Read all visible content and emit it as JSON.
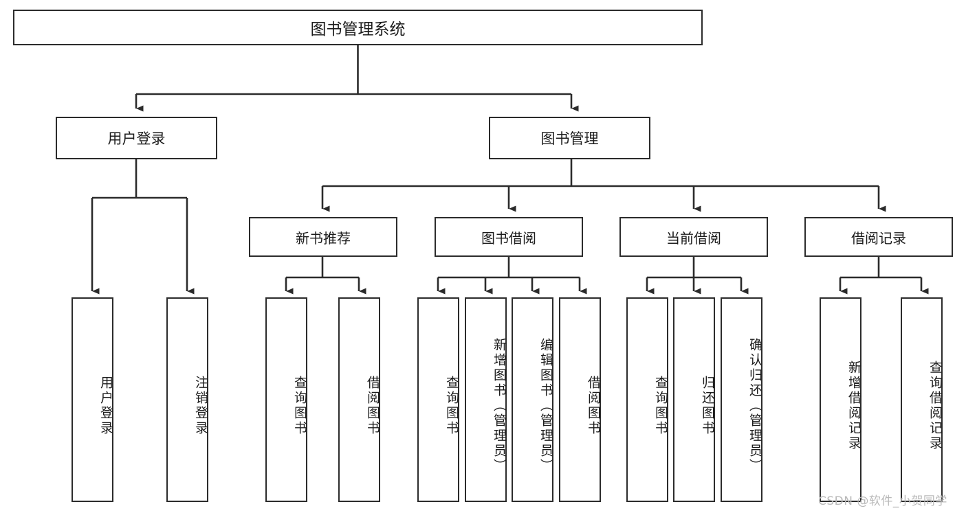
{
  "diagram": {
    "title": "图书管理系统",
    "type": "tree-hierarchy-diagram",
    "colors": {
      "box_border": "#2b2b2b",
      "box_fill": "#ffffff",
      "connector": "#2b2b2b",
      "text": "#1c1c1c",
      "watermark": "#b9b9b9",
      "background": "#ffffff"
    }
  },
  "root": {
    "label": "图书管理系统"
  },
  "level1": [
    {
      "label": "用户登录"
    },
    {
      "label": "图书管理"
    }
  ],
  "level2": [
    {
      "label": "新书推荐"
    },
    {
      "label": "图书借阅"
    },
    {
      "label": "当前借阅"
    },
    {
      "label": "借阅记录"
    }
  ],
  "leaves": {
    "user_login": [
      {
        "label": "用户登录"
      },
      {
        "label": "注销登录"
      }
    ],
    "new_book_recommend": [
      {
        "label": "查询图书"
      },
      {
        "label": "借阅图书"
      }
    ],
    "book_borrow": [
      {
        "label": "查询图书"
      },
      {
        "label": "新增图书（管理员）"
      },
      {
        "label": "编辑图书（管理员）"
      },
      {
        "label": "借阅图书"
      }
    ],
    "current_borrow": [
      {
        "label": "查询图书"
      },
      {
        "label": "归还图书"
      },
      {
        "label": "确认归还（管理员）"
      }
    ],
    "borrow_record": [
      {
        "label": "新增借阅记录"
      },
      {
        "label": "查询借阅记录"
      }
    ]
  },
  "watermark": {
    "text": "CSDN @软件_小贺同学"
  }
}
